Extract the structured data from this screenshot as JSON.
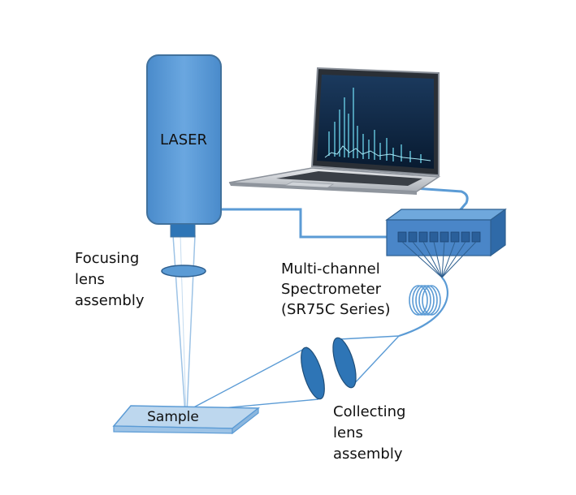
{
  "labels": {
    "laser": "LASER",
    "focusing_lens": [
      "Focusing",
      "lens",
      "assembly"
    ],
    "spectrometer": [
      "Multi-channel",
      "Spectrometer",
      "(SR75C Series)"
    ],
    "sample": "Sample",
    "collecting_lens": [
      "Collecting",
      "lens",
      "assembly"
    ]
  },
  "colors": {
    "laser_body": "#5b9bd5",
    "laser_border": "#41719c",
    "beam": "#9dc3e6",
    "cable": "#5b9bd5",
    "spectrometer_body": "#4a86c8",
    "spectrometer_top": "#6fa8dc",
    "sample": "#bdd7ee",
    "lens": "#2e75b6",
    "screen": "#0f2744",
    "spectrum": "#6dd5ed",
    "laptop_frame": "#c8ccd2"
  },
  "icons": {
    "laser": "laser-source-icon",
    "laptop": "laptop-icon",
    "spectrometer": "spectrometer-box-icon",
    "fiber_coil": "fiber-coil-icon"
  }
}
